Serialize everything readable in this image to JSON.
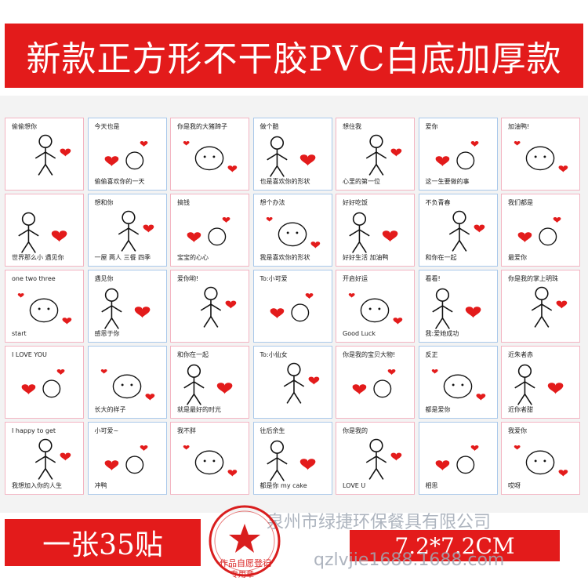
{
  "banner": {
    "title": "新款正方形不干胶PVC白底加厚款"
  },
  "bottom": {
    "count_label": "一张35贴",
    "size_label": "7.2*7.2CM"
  },
  "watermark": {
    "company": "泉州市绿捷环保餐具有限公司",
    "site": "qzlvjie1688.1688.com"
  },
  "stamp": {
    "line1": "作品自愿登记",
    "line2": "专用章"
  },
  "colors": {
    "accent": "#e31b1b",
    "border_pink": "#f3b4c2",
    "border_blue": "#a9c8ea"
  },
  "stickers": [
    {
      "t1": "偷偷想你",
      "t2": ""
    },
    {
      "t1": "今天也是",
      "t2": "偷偷喜欢你的一天"
    },
    {
      "t1": "你是我的大猪蹄子",
      "t2": ""
    },
    {
      "t1": "做个酷",
      "t2": "也是喜欢你的形状"
    },
    {
      "t1": "想住我",
      "t2": "心里的第一位"
    },
    {
      "t1": "爱你",
      "t2": "这一生要做的事"
    },
    {
      "t1": "加油鸭!",
      "t2": ""
    },
    {
      "t1": "",
      "t2": "世界那么小 遇见你"
    },
    {
      "t1": "想和你",
      "t2": "一屋 两人 三餐 四季"
    },
    {
      "t1": "搞钱",
      "t2": "宝宝的心心"
    },
    {
      "t1": "想个办法",
      "t2": "我是喜欢你的形状"
    },
    {
      "t1": "好好吃饭",
      "t2": "好好生活 加油鸭"
    },
    {
      "t1": "不负青春",
      "t2": "和你在一起"
    },
    {
      "t1": "我们都是",
      "t2": "最爱你"
    },
    {
      "t1": "one two three",
      "t2": "start"
    },
    {
      "t1": "遇见你",
      "t2": "感恩于你"
    },
    {
      "t1": "爱你哟!",
      "t2": ""
    },
    {
      "t1": "To:小可爱",
      "t2": ""
    },
    {
      "t1": "开启好运",
      "t2": "Good Luck"
    },
    {
      "t1": "看看!",
      "t2": "我:爱她成功"
    },
    {
      "t1": "你是我的掌上明珠",
      "t2": ""
    },
    {
      "t1": "I LOVE YOU",
      "t2": ""
    },
    {
      "t1": "",
      "t2": "长大的样子"
    },
    {
      "t1": "和你在一起",
      "t2": "就是最好的时光"
    },
    {
      "t1": "To:小仙女",
      "t2": ""
    },
    {
      "t1": "你是我的宝贝大物!",
      "t2": ""
    },
    {
      "t1": "反正",
      "t2": "都是爱你"
    },
    {
      "t1": "近朱者赤",
      "t2": "近你者甜"
    },
    {
      "t1": "I happy to get",
      "t2": "我想加入你的人生"
    },
    {
      "t1": "小可爱~",
      "t2": "冲鸭"
    },
    {
      "t1": "我不胖",
      "t2": ""
    },
    {
      "t1": "往后余生",
      "t2": "都是你 my cake"
    },
    {
      "t1": "你是我的",
      "t2": "LOVE U"
    },
    {
      "t1": "",
      "t2": "相思"
    },
    {
      "t1": "我爱你",
      "t2": "哎呀"
    }
  ]
}
